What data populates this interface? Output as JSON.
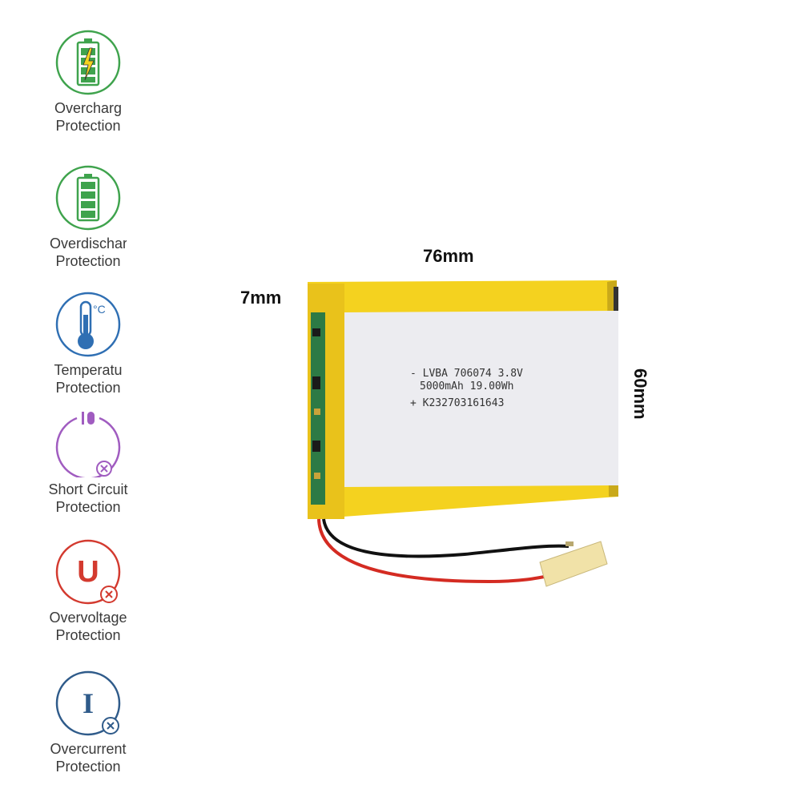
{
  "features": [
    {
      "id": "overcharge",
      "icon": "battery-charging-icon",
      "line1": "Overcharg",
      "line2": "Protection"
    },
    {
      "id": "overdischarge",
      "icon": "battery-full-icon",
      "line1": "Overdischar",
      "line2": "Protection"
    },
    {
      "id": "temperature",
      "icon": "thermometer-icon",
      "line1": "Temperatu",
      "line2": "Protection"
    },
    {
      "id": "short-circuit",
      "icon": "short-circuit-icon",
      "line1": "Short Circuit",
      "line2": "Protection"
    },
    {
      "id": "overvoltage",
      "icon": "overvoltage-icon",
      "line1": "Overvoltage",
      "line2": "Protection"
    },
    {
      "id": "overcurrent",
      "icon": "overcurrent-icon",
      "line1": "Overcurrent",
      "line2": "Protection"
    }
  ],
  "icon_glyphs": {
    "celsius": "°C",
    "voltage": "U",
    "current": "I"
  },
  "dimensions": {
    "width": "76mm",
    "thickness": "7mm",
    "height": "60mm"
  },
  "battery_label": {
    "line1": "- LVBA 706074 3.8V",
    "line2": "5000mAh 19.00Wh",
    "line3": "+ K232703161643"
  },
  "colors": {
    "green": "#3fa34d",
    "blue": "#2f6fb3",
    "purple": "#a05cc0",
    "red": "#d33a2f",
    "navy": "#2f5b8a",
    "battery_yellow": "#f4d21f",
    "battery_silver": "#ececf0"
  }
}
